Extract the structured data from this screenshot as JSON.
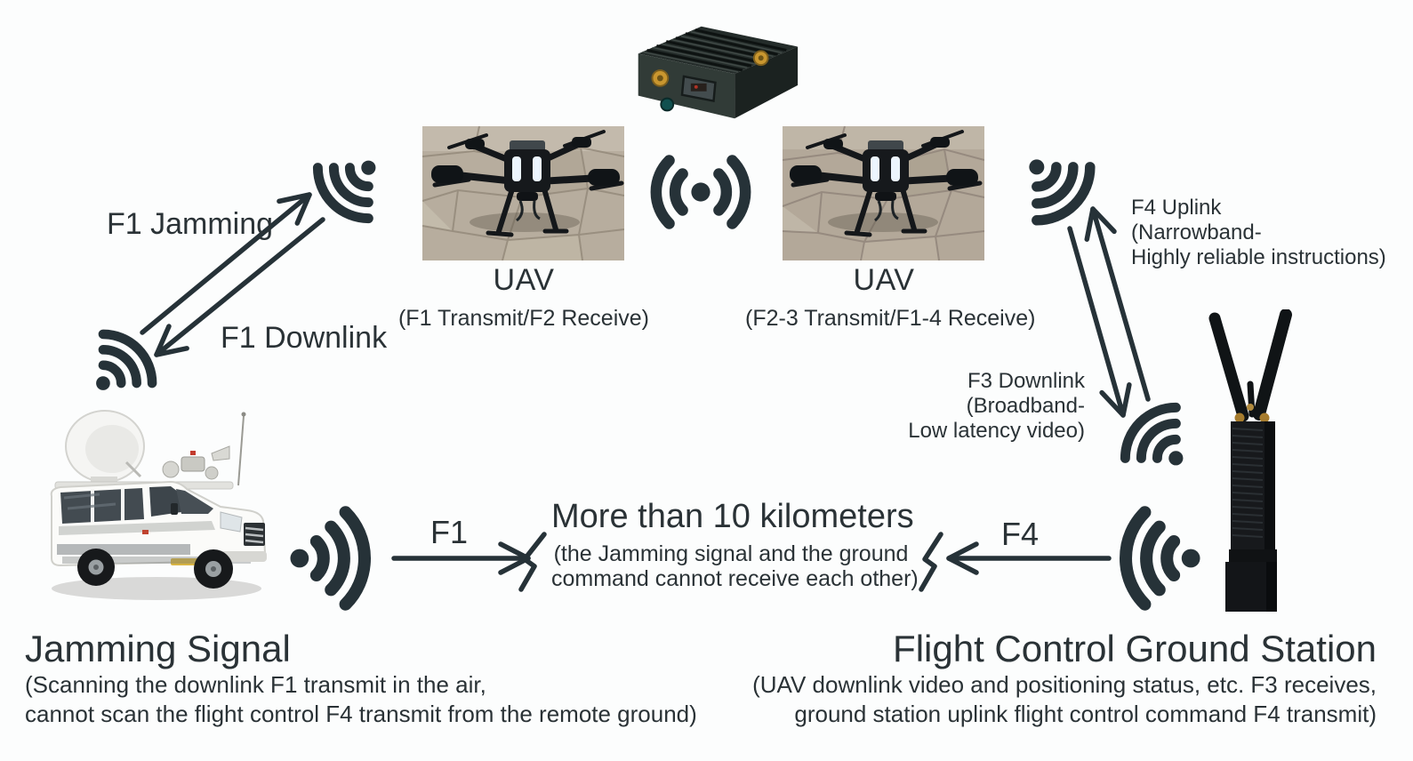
{
  "palette": {
    "ink": "#263238",
    "text": "#2a3236",
    "background": "#fcfdfd"
  },
  "icons": {
    "wifi": "wifi-signal-icon",
    "broadcast": "broadcast-signal-icon",
    "arrow": "arrow-connector",
    "break": "blocked-link-break-mark"
  },
  "uav1": {
    "title": "UAV",
    "subtitle": "(F1 Transmit/F2 Receive)"
  },
  "uav2": {
    "title": "UAV",
    "subtitle": "(F2-3 Transmit/F1-4 Receive)"
  },
  "links": {
    "jamming_label": "F1 Jamming",
    "downlink_label": "F1 Downlink",
    "f4_uplink_lines": [
      "F4 Uplink",
      "(Narrowband-",
      "Highly reliable instructions)"
    ],
    "f3_downlink_lines": [
      "F3 Downlink",
      "(Broadband-",
      "Low latency video)"
    ],
    "f1_label": "F1",
    "f4_label": "F4"
  },
  "distance": {
    "title": "More than 10 kilometers",
    "line1": "(the Jamming signal and the ground",
    "line2": "command cannot receive each other)"
  },
  "jammer": {
    "title": "Jamming Signal",
    "line1": "(Scanning the downlink F1 transmit in the air,",
    "line2": "cannot scan the flight control F4 transmit from the remote ground)"
  },
  "station": {
    "title": "Flight Control Ground Station",
    "line1": "(UAV downlink video and positioning status, etc. F3 receives,",
    "line2": "ground station uplink flight control command F4 transmit)"
  }
}
